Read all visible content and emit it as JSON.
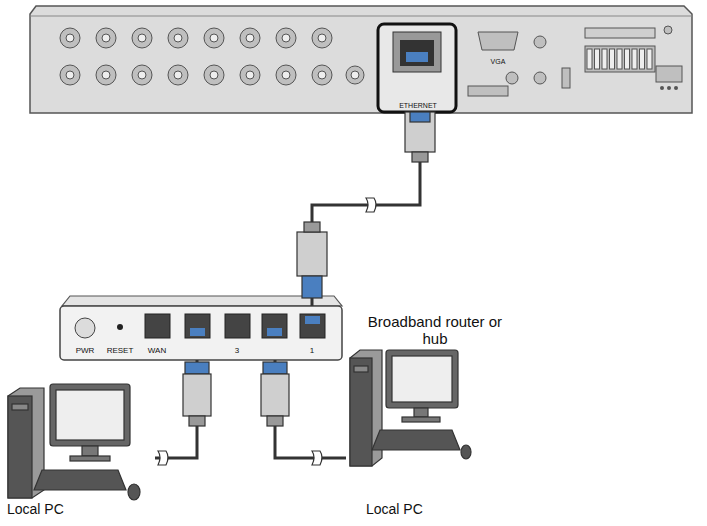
{
  "diagram": {
    "nodes": [
      {
        "text": [
          "ETHERNET",
          "VGA"
        ]
      },
      {
        "text": [
          "Broadband router or hub",
          "PWR",
          "RESET",
          "WAN",
          "3",
          "1"
        ]
      },
      {
        "text": [
          "Local PC"
        ]
      },
      {
        "text": [
          "Local PC"
        ]
      }
    ],
    "edges": [
      {
        "from": 0,
        "to": 1,
        "arrow": "none"
      },
      {
        "from": 1,
        "to": 2,
        "arrow": "none"
      },
      {
        "from": 1,
        "to": 3,
        "arrow": "none"
      }
    ]
  }
}
